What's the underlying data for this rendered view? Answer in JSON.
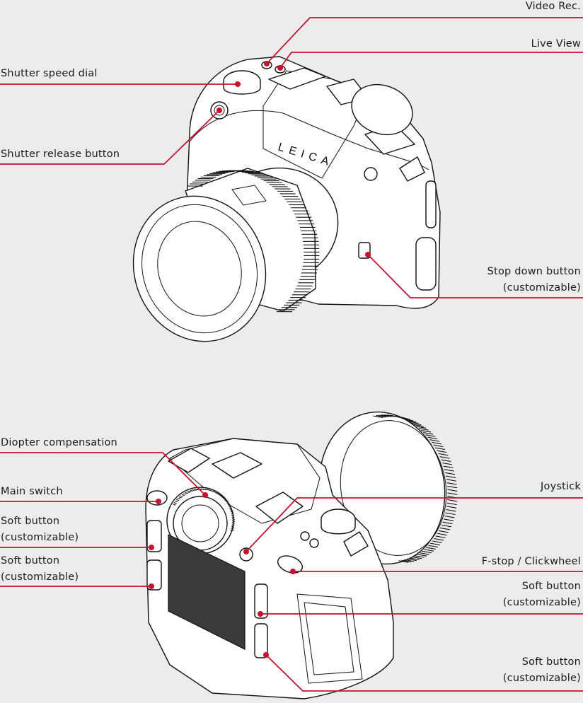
{
  "front_view": {
    "brand_text": "LEICA",
    "labels": {
      "video_rec": "Video Rec.",
      "live_view": "Live View",
      "shutter_speed_dial": "Shutter speed dial",
      "shutter_release": "Shutter release button",
      "stop_down": "Stop down button\n(customizable)"
    }
  },
  "rear_view": {
    "labels": {
      "diopter": "Diopter compensation",
      "main_switch": "Main switch",
      "soft_button_left_1": "Soft button\n(customizable)",
      "soft_button_left_2": "Soft button\n(customizable)",
      "joystick": "Joystick",
      "fstop_clickwheel": "F-stop / Clickwheel",
      "soft_button_right_1": "Soft button\n(customizable)",
      "soft_button_right_2": "Soft button\n(customizable)"
    }
  },
  "colors": {
    "leader_line": "#c8102e",
    "background": "#ececec",
    "line_art": "#111111",
    "display": "#3a3a3a"
  }
}
